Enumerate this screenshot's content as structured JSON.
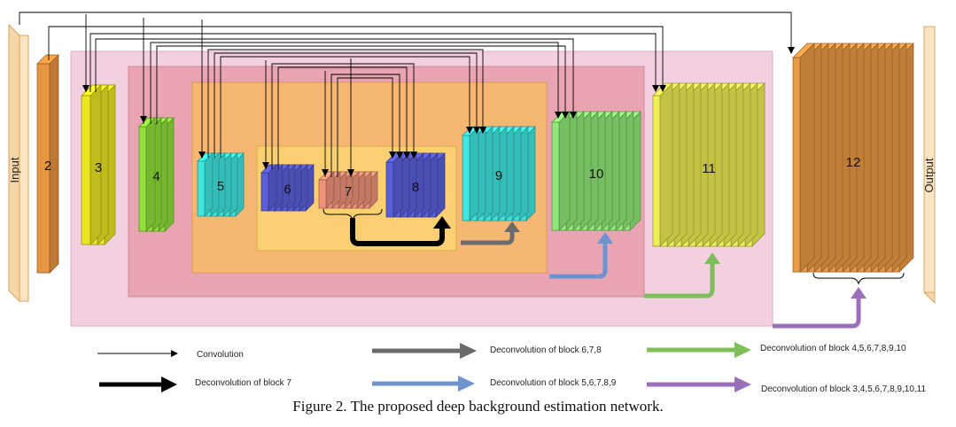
{
  "diagram": {
    "input_label": "Input",
    "output_label": "Output",
    "blocks": [
      {
        "id": "b2",
        "label": "2",
        "color": "#e8953f"
      },
      {
        "id": "b3",
        "label": "3",
        "color": "#e9e521"
      },
      {
        "id": "b4",
        "label": "4",
        "color": "#8fe03a"
      },
      {
        "id": "b5",
        "label": "5",
        "color": "#3fe6e0"
      },
      {
        "id": "b6",
        "label": "6",
        "color": "#5a5ed8"
      },
      {
        "id": "b7",
        "label": "7",
        "color": "#f0927a"
      },
      {
        "id": "b8",
        "label": "8",
        "color": "#5a5ed8"
      },
      {
        "id": "b9",
        "label": "9",
        "color": "#3fe6e0"
      },
      {
        "id": "b10",
        "label": "10",
        "color": "#8fe878"
      },
      {
        "id": "b11",
        "label": "11",
        "color": "#eeee55"
      },
      {
        "id": "b12",
        "label": "12",
        "color": "#eb9a45"
      }
    ]
  },
  "legend": {
    "convolution": "Convolution",
    "deconv_7": "Deconvolution of block 7",
    "deconv_678": "Deconvolution of block 6,7,8",
    "deconv_5to9": "Deconvolution of block 5,6,7,8,9",
    "deconv_4to10": "Deconvolution of block 4,5,6,7,8,9,10",
    "deconv_3to11": "Deconvolution of block 3,4,5,6,7,8,9,10,11"
  },
  "colors": {
    "deconv_7": "#000000",
    "deconv_678": "#6b6b6b",
    "deconv_5to9": "#6f93cf",
    "deconv_4to10": "#7fbf5a",
    "deconv_3to11": "#9a70b8"
  },
  "caption": "Figure 2.  The proposed deep background estimation network."
}
